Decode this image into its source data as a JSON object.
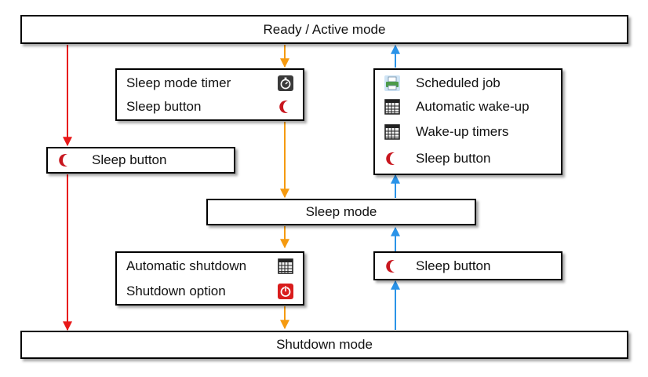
{
  "nodes": {
    "ready": "Ready / Active mode",
    "sleep": "Sleep mode",
    "shutdown": "Shutdown mode"
  },
  "sleep_triggers": {
    "items": [
      {
        "label": "Sleep mode timer",
        "icon": "stopwatch-icon"
      },
      {
        "label": "Sleep button",
        "icon": "moon-icon"
      }
    ]
  },
  "wake_triggers": {
    "items": [
      {
        "label": "Scheduled job",
        "icon": "printer-icon"
      },
      {
        "label": "Automatic wake-up",
        "icon": "calendar-icon"
      },
      {
        "label": "Wake-up timers",
        "icon": "calendar-icon"
      },
      {
        "label": "Sleep button",
        "icon": "moon-icon"
      }
    ]
  },
  "ready_to_shutdown": {
    "label": "Sleep button",
    "icon": "moon-icon"
  },
  "shutdown_triggers": {
    "items": [
      {
        "label": "Automatic shutdown",
        "icon": "calendar-icon"
      },
      {
        "label": "Shutdown option",
        "icon": "power-icon"
      }
    ]
  },
  "shutdown_to_sleep": {
    "label": "Sleep button",
    "icon": "moon-icon"
  },
  "colors": {
    "to_shutdown": "#e81919",
    "to_sleep": "#f59a10",
    "wake": "#2a93e8",
    "icon_red": "#c8161e"
  }
}
